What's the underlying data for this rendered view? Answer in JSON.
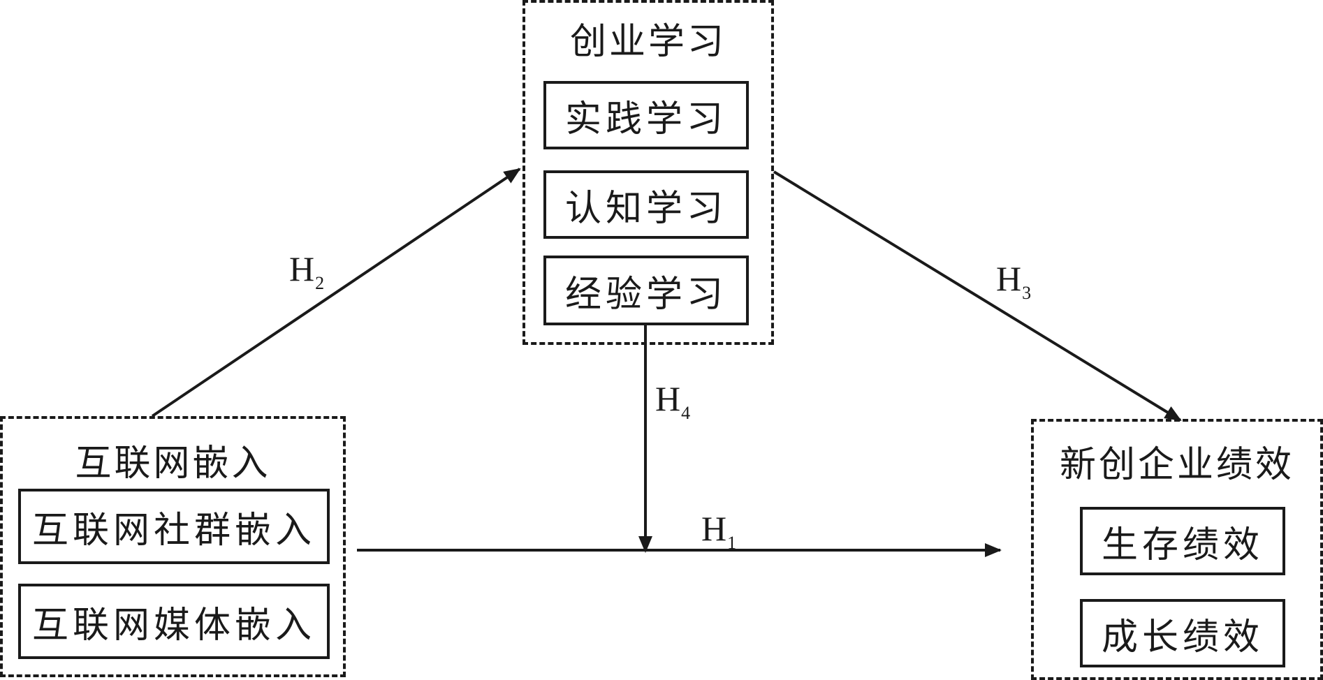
{
  "learning": {
    "title": "创业学习",
    "items": [
      "实践学习",
      "认知学习",
      "经验学习"
    ]
  },
  "embedding": {
    "title": "互联网嵌入",
    "items": [
      "互联网社群嵌入",
      "互联网媒体嵌入"
    ]
  },
  "performance": {
    "title": "新创企业绩效",
    "items": [
      "生存绩效",
      "成长绩效"
    ]
  },
  "hypotheses": {
    "h1": {
      "base": "H",
      "sub": "1"
    },
    "h2": {
      "base": "H",
      "sub": "2"
    },
    "h3": {
      "base": "H",
      "sub": "3"
    },
    "h4": {
      "base": "H",
      "sub": "4"
    }
  },
  "colors": {
    "line": "#1a1a1a",
    "background": "#ffffff"
  }
}
